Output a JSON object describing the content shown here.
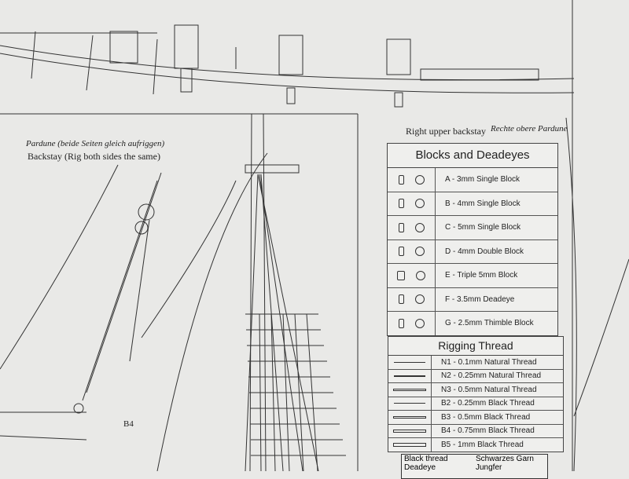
{
  "labels": {
    "backstay_de": "Pardune (beide Seiten gleich aufriggen)",
    "backstay_en": "Backstay (Rig both sides the same)",
    "right_upper_en": "Right upper backstay",
    "right_upper_de": "Rechte obere Pardune",
    "b4": "B4"
  },
  "blocks": {
    "title": "Blocks and Deadeyes",
    "items": [
      {
        "label": "A - 3mm Single Block"
      },
      {
        "label": "B - 4mm Single Block"
      },
      {
        "label": "C - 5mm Single Block"
      },
      {
        "label": "D - 4mm Double Block"
      },
      {
        "label": "E - Triple 5mm Block"
      },
      {
        "label": "F - 3.5mm Deadeye"
      },
      {
        "label": "G - 2.5mm Thimble Block"
      }
    ]
  },
  "rigging": {
    "title": "Rigging Thread",
    "items": [
      {
        "label": "N1 - 0.1mm Natural Thread"
      },
      {
        "label": "N2 - 0.25mm Natural Thread"
      },
      {
        "label": "N3 - 0.5mm Natural Thread"
      },
      {
        "label": "B2 - 0.25mm Black Thread"
      },
      {
        "label": "B3 - 0.5mm Black Thread"
      },
      {
        "label": "B4 - 0.75mm Black Thread"
      },
      {
        "label": "B5 - 1mm Black Thread"
      }
    ]
  },
  "legend": [
    {
      "en": "Black thread",
      "de": "Schwarzes Garn"
    },
    {
      "en": "Deadeye",
      "de": "Jungfer"
    }
  ]
}
